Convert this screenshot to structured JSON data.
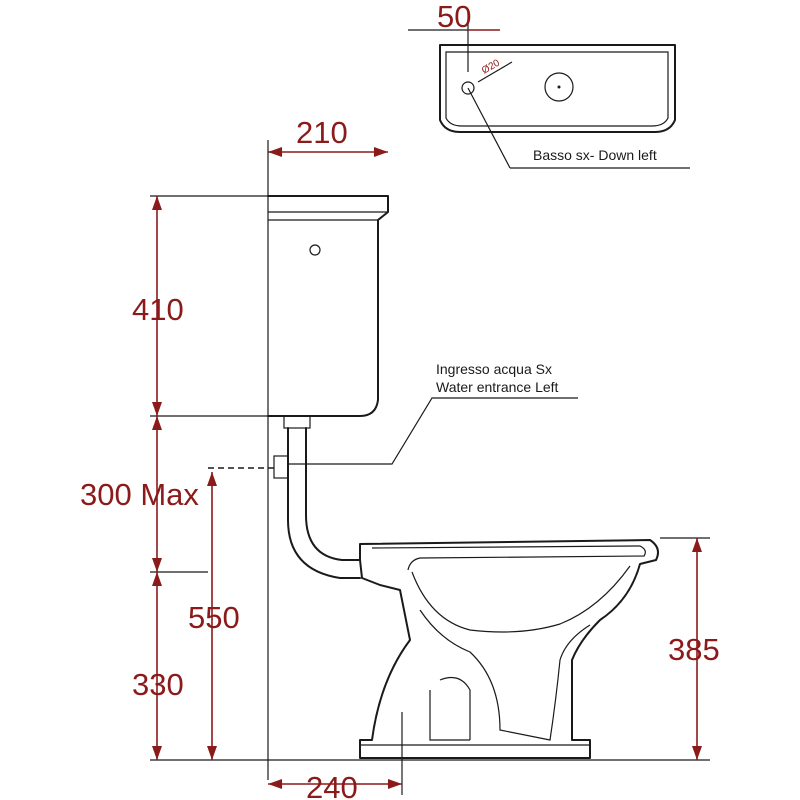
{
  "dimensions": {
    "top_width": "50",
    "tank_width": "210",
    "tank_height": "410",
    "water_max": "300 Max",
    "total_height": "550",
    "seat_height_left": "330",
    "bowl_height": "385",
    "outlet_distance": "240",
    "hole_diameter": "Ø20"
  },
  "labels": {
    "down_left": "Basso sx- Down left",
    "water_entrance_it": "Ingresso acqua Sx",
    "water_entrance_en": "Water entrance Left"
  },
  "colors": {
    "dimension": "#8b1a1a",
    "outline": "#1a1a1a"
  }
}
